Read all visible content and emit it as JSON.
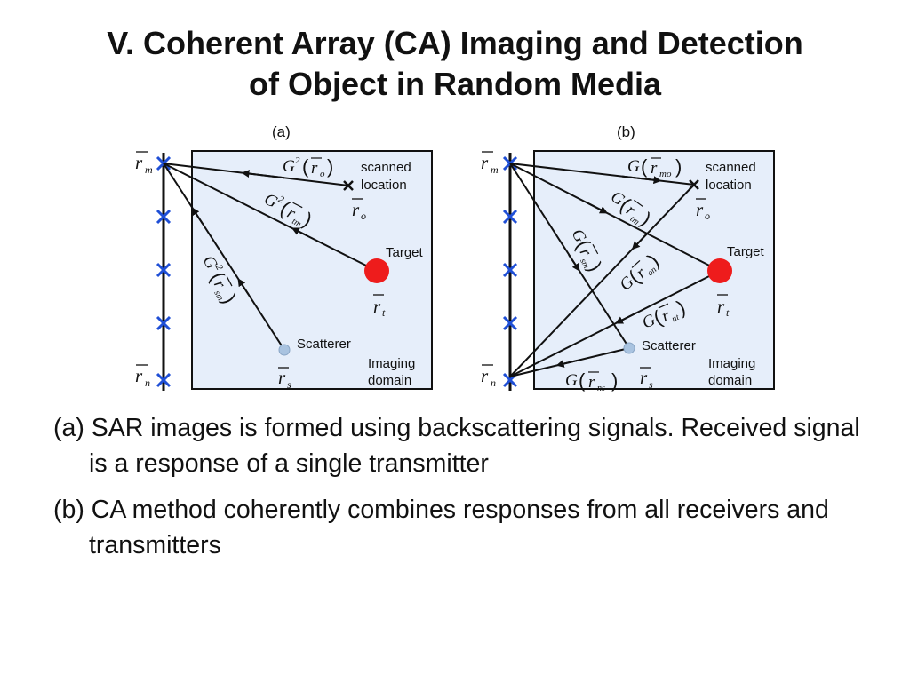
{
  "slide": {
    "title_line1": "V. Coherent Array (CA) Imaging and Detection",
    "title_line2": "of Object in Random Media"
  },
  "panel_a": {
    "label": "(a)",
    "scanned_location": "scanned",
    "scanned_location_2": "location",
    "target": "Target",
    "scatterer": "Scatterer",
    "imaging": "Imaging",
    "domain": "domain",
    "r_m": "r",
    "r_m_sub": "m",
    "r_n": "r",
    "r_n_sub": "n",
    "r_o": "r",
    "r_o_sub": "o",
    "r_t": "r",
    "r_t_sub": "t",
    "r_s": "r",
    "r_s_sub": "s",
    "g_ro": "G",
    "g_ro_sup": "2",
    "g_ro_arg": "r",
    "g_ro_sub": "o",
    "g_rtm": "G",
    "g_rtm_sup": "2",
    "g_rtm_arg": "r",
    "g_rtm_sub": "tm",
    "g_rsm": "G",
    "g_rsm_sup": "2",
    "g_rsm_arg": "r",
    "g_rsm_sub": "sm"
  },
  "panel_b": {
    "label": "(b)",
    "scanned_location": "scanned",
    "scanned_location_2": "location",
    "target": "Target",
    "scatterer": "Scatterer",
    "imaging": "Imaging",
    "domain": "domain",
    "r_m": "r",
    "r_m_sub": "m",
    "r_n": "r",
    "r_n_sub": "n",
    "r_o": "r",
    "r_o_sub": "o",
    "r_t": "r",
    "r_t_sub": "t",
    "r_s": "r",
    "r_s_sub": "s",
    "g_rmo": "G",
    "g_rmo_arg": "r",
    "g_rmo_sub": "mo",
    "g_rtm": "G",
    "g_rtm_arg": "r",
    "g_rtm_sub": "tm",
    "g_rsm": "G",
    "g_rsm_arg": "r",
    "g_rsm_sub": "sm",
    "g_ron": "G",
    "g_ron_arg": "r",
    "g_ron_sub": "on",
    "g_rnt": "G",
    "g_rnt_arg": "r",
    "g_rnt_sub": "nt",
    "g_rns": "G",
    "g_rns_arg": "r",
    "g_rns_sub": "ns"
  },
  "captions": {
    "a": "(a) SAR images is formed using backscattering signals. Received signal is a response of a single transmitter",
    "b": "(b) CA method coherently combines responses from all receivers and transmitters"
  },
  "colors": {
    "array_marker": "#1f4fd6",
    "target": "#ee1c1c",
    "scatterer": "#a9c3e0",
    "domain_fill": "#e6eefa",
    "line": "#111111"
  }
}
